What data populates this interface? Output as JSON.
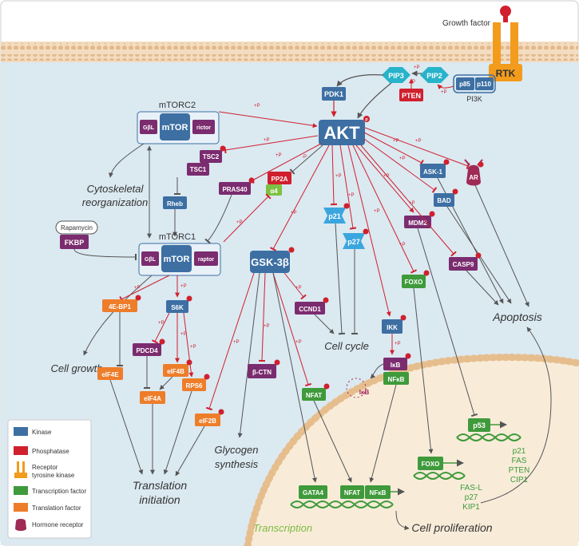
{
  "colors": {
    "kinase": "#3d6fa3",
    "phosphatase": "#d0202e",
    "receptor": "#f29b1d",
    "transcription": "#3f9a3b",
    "translation": "#ee7d2a",
    "hormone": "#9e2a55",
    "complex": "#7b2c6f",
    "membrane": "#e8c49a",
    "cytoplasm": "#dbe9f1",
    "nucleus": "#f8ecd9",
    "inhibit": "#d0202e",
    "arrow": "#555555"
  },
  "receptor": {
    "ligand": "Growth factor",
    "name": "RTK"
  },
  "pi3k": {
    "name": "PI3K",
    "p85": "p85",
    "p110": "p110"
  },
  "lipids": {
    "pip3": "PIP3",
    "pip2": "PIP2",
    "pten": "PTEN"
  },
  "nodes": {
    "pdk1": "PDK1",
    "akt": "AKT",
    "mtorc2": "mTORC2",
    "mtorc1": "mTORC1",
    "g8l": "GβL",
    "mtor": "mTOR",
    "rictor": "rictor",
    "raptor": "raptor",
    "tsc2": "TSC2",
    "tsc1": "TSC1",
    "rheb": "Rheb",
    "pras40": "PRAS40",
    "pp2a": "PP2A",
    "alpha4": "α4",
    "rapamycin": "Rapamycin",
    "fkbp": "FKBP",
    "gsk3b": "GSK-3β",
    "ccnd1": "CCND1",
    "bctn": "β-CTN",
    "nfat": "NFAT",
    "p21": "p21",
    "p27": "p27",
    "mdm2": "MDM2",
    "ask1": "ASK-1",
    "bad": "BAD",
    "ar": "AR",
    "casp9": "CASP9",
    "foxo": "FOXO",
    "ikk": "IKK",
    "ikb": "IκB",
    "nfkb": "NFκB",
    "s6k": "S6K",
    "4ebp1": "4E-BP1",
    "pdcd4": "PDCD4",
    "eif4b": "eIF4B",
    "rps6": "RPS6",
    "eif4e": "eIF4E",
    "eif4a": "eIF4A",
    "eif2b": "eIF2B",
    "p53": "p53",
    "gata4": "GATA4"
  },
  "small": {
    "p": "P",
    "plus_p": "+P",
    "minus_p": "-P"
  },
  "outcomes": {
    "cytoskeletal": [
      "Cytoskeletal",
      "reorganization"
    ],
    "cell_growth": "Cell growth",
    "translation": [
      "Translation",
      "initiation"
    ],
    "glycogen": [
      "Glycogen",
      "synthesis"
    ],
    "cell_cycle": "Cell cycle",
    "apoptosis": "Apoptosis",
    "cell_proliferation": "Cell proliferation",
    "transcription": "Transcription"
  },
  "p53_targets": [
    "p21",
    "FAS",
    "PTEN",
    "CIP1"
  ],
  "foxo_targets": [
    "FAS-L",
    "p27",
    "KIP1"
  ],
  "legend": [
    {
      "label": "Kinase",
      "color": "#3d6fa3",
      "icon": "kinase-swatch"
    },
    {
      "label": "Phosphatase",
      "color": "#d0202e",
      "icon": "phosphatase-swatch"
    },
    {
      "label": "Receptor tyrosine kinase",
      "lines": [
        "Receptor",
        "tyrosine kinase"
      ],
      "color": "#f29b1d",
      "icon": "receptor-icon"
    },
    {
      "label": "Transcription factor",
      "color": "#3f9a3b",
      "icon": "transcription-swatch"
    },
    {
      "label": "Translation factor",
      "color": "#ee7d2a",
      "icon": "translation-swatch"
    },
    {
      "label": "Hormone receptor",
      "color": "#9e2a55",
      "icon": "hormone-receptor-icon"
    }
  ]
}
